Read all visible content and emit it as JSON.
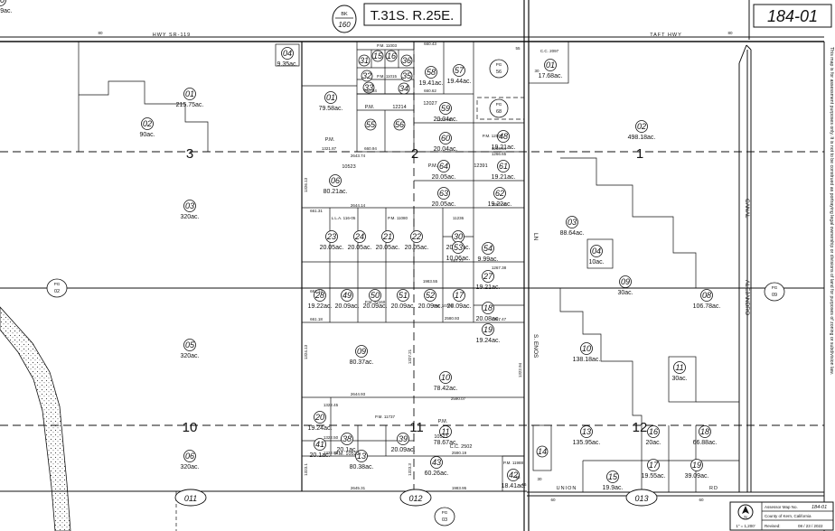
{
  "header": {
    "township": "T.31S. R.25E.",
    "book_top": "BK",
    "book_num": "160",
    "map_number": "184-01"
  },
  "roads": {
    "hwy": "HWY SR-119",
    "taft": "TAFT HWY",
    "union": "UNION",
    "rd": "RD",
    "canal": "CANAL",
    "alejandro": "ALEJANDRO",
    "s_enos": "S. ENOS",
    "ln": "LN"
  },
  "references": {
    "pg02": "02",
    "pg09": "09",
    "pg03": "03",
    "pg56": "56",
    "pg68": "68",
    "pg_label": "PG",
    "b011": "011",
    "b012": "012",
    "b013": "013"
  },
  "sections": [
    "3",
    "2",
    "1",
    "10",
    "11",
    "12"
  ],
  "parcels": [
    {
      "num": "01",
      "acres": "215.75ac."
    },
    {
      "num": "02",
      "acres": "90ac."
    },
    {
      "num": "03",
      "acres": "320ac."
    },
    {
      "num": "05",
      "acres": "320ac."
    },
    {
      "num": "06",
      "acres": "320ac."
    },
    {
      "num": "04",
      "acres": "9.35ac."
    },
    {
      "num": "01",
      "acres": "79.58ac."
    },
    {
      "num": "06",
      "acres": "80.21ac."
    },
    {
      "num": "09",
      "acres": "80.37ac."
    },
    {
      "num": "13",
      "acres": "80.38ac."
    },
    {
      "num": "10",
      "acres": "78.42ac."
    },
    {
      "num": "11",
      "acres": "78.67ac."
    },
    {
      "num": "43",
      "acres": "60.26ac."
    },
    {
      "num": "01",
      "acres": "17.68ac."
    },
    {
      "num": "02",
      "acres": "498.18ac."
    },
    {
      "num": "03",
      "acres": "88.64ac."
    },
    {
      "num": "04",
      "acres": "10ac."
    },
    {
      "num": "09",
      "acres": "30ac."
    },
    {
      "num": "08",
      "acres": "106.78ac."
    },
    {
      "num": "10",
      "acres": "138.18ac."
    },
    {
      "num": "11",
      "acres": "30ac."
    },
    {
      "num": "13",
      "acres": "135.95ac."
    },
    {
      "num": "16",
      "acres": "20ac."
    },
    {
      "num": "18",
      "acres": "66.88ac."
    },
    {
      "num": "17",
      "acres": "19.55ac."
    },
    {
      "num": "19",
      "acres": "39.09ac."
    },
    {
      "num": "15",
      "acres": "19.9ac."
    },
    {
      "num": "42",
      "acres": "18.41ac."
    },
    {
      "num": "57",
      "acres": "19.44ac."
    },
    {
      "num": "58",
      "acres": "19.41ac."
    },
    {
      "num": "59",
      "acres": "20.04ac."
    },
    {
      "num": "60",
      "acres": "20.04ac."
    },
    {
      "num": "48",
      "acres": "19.21ac."
    },
    {
      "num": "64",
      "acres": "20.05ac."
    },
    {
      "num": "61",
      "acres": "19.21ac."
    },
    {
      "num": "63",
      "acres": "20.05ac."
    },
    {
      "num": "62",
      "acres": "19.22ac."
    },
    {
      "num": "23",
      "acres": "20.05ac."
    },
    {
      "num": "24",
      "acres": "20.05ac."
    },
    {
      "num": "21",
      "acres": "20.05ac."
    },
    {
      "num": "22",
      "acres": "20.05ac."
    },
    {
      "num": "30",
      "acres": "20.05ac."
    },
    {
      "num": "53",
      "acres": "10.06ac."
    },
    {
      "num": "54",
      "acres": "9.99ac."
    },
    {
      "num": "27",
      "acres": "19.21ac."
    },
    {
      "num": "28",
      "acres": "19.22ac."
    },
    {
      "num": "49",
      "acres": "20.09ac."
    },
    {
      "num": "50",
      "acres": "20.09ac."
    },
    {
      "num": "51",
      "acres": "20.09ac."
    },
    {
      "num": "52",
      "acres": "20.09ac."
    },
    {
      "num": "17",
      "acres": "20.09ac."
    },
    {
      "num": "18",
      "acres": "20.08ac."
    },
    {
      "num": "19",
      "acres": "19.24ac."
    },
    {
      "num": "20",
      "acres": "19.24ac."
    },
    {
      "num": "41",
      "acres": "20.1ac."
    },
    {
      "num": "38",
      "acres": "20.1ac."
    },
    {
      "num": "39",
      "acres": "20.09ac."
    },
    {
      "num": "40",
      "acres": "20.09ac."
    }
  ],
  "small_parcels": [
    "31",
    "15",
    "16",
    "36",
    "32",
    "35",
    "33",
    "34",
    "55",
    "56",
    "14"
  ],
  "plat_labels": {
    "pm": "P.M.",
    "pm_11003": "P.M. 11003",
    "pm_11015": "P.M. 11015",
    "n12214": "12214",
    "n12027": "12027",
    "pm_12007": "P.M. 12007",
    "n10523a": "10523",
    "n12391": "12391",
    "lla": "L.L.A. 116-05",
    "pm_11080": "P.M. 11080",
    "n11236": "11236",
    "pm_12160": "P.M. 12160",
    "pm_10708": "P.M. 10708",
    "pm_11737": "P.M. 11737",
    "n10523b": "10523",
    "pm_10523c": "P.M. 10523",
    "cc2502": "C.C. 2502",
    "cc2097": "C.C. 2097",
    "pm_11988": "P.M. 11988"
  },
  "distances": [
    "1321.87",
    "2643.74",
    "2644.14",
    "2644.93",
    "2645.31",
    "1983.95",
    "1983.55",
    "2590.19",
    "2580.93",
    "2590.07",
    "660.94",
    "660.84",
    "661.31",
    "661.18",
    "661.14",
    "661.22",
    "660.43",
    "660.62",
    "1321.45",
    "1266.64",
    "1266.65",
    "1267.01",
    "1267.38",
    "1267.47",
    "1322.45",
    "1322.55",
    "1322.50",
    "1324.13",
    "1326.13",
    "1327.21",
    "1322.94",
    "1323.1",
    "1323.3",
    "80",
    "60",
    "30",
    "55",
    "16"
  ],
  "footer": {
    "assessor": "Assessor Map No.",
    "assessor_no": "184-01",
    "county": "County of Kern, California",
    "revised": "Revised:",
    "revised_date": "08 / 23 / 2022",
    "scale": "1\" = 1,200'",
    "north": "N"
  },
  "disclaimer": "This map is for assessment purposes only. It is not to be construed as portraying legal ownership or divisions of land for purposes of zoning or subdivision law."
}
